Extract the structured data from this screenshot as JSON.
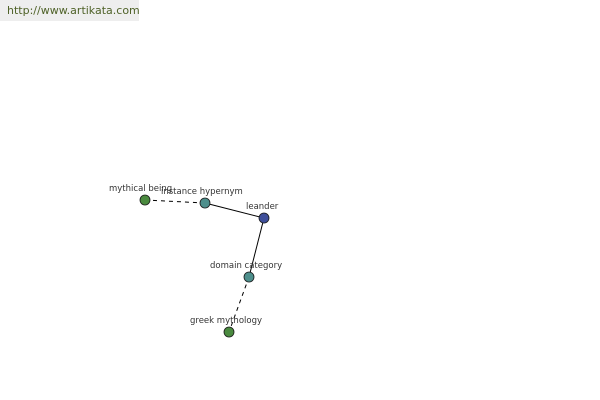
{
  "header": {
    "url": "http://www.artikata.com"
  },
  "graph": {
    "nodes": [
      {
        "id": "mythical-being",
        "label": "mythical being",
        "color": "#4a8a3f"
      },
      {
        "id": "instance-hypernym",
        "label": "instance hypernym",
        "color": "#4e8f8c"
      },
      {
        "id": "leander",
        "label": "leander",
        "color": "#3f4f9a"
      },
      {
        "id": "domain-category",
        "label": "domain category",
        "color": "#4e8f8c"
      },
      {
        "id": "greek-mythology",
        "label": "greek mythology",
        "color": "#4a8a3f"
      }
    ],
    "edges": [
      {
        "from": "mythical-being",
        "to": "instance-hypernym",
        "style": "dashed"
      },
      {
        "from": "instance-hypernym",
        "to": "leander",
        "style": "solid"
      },
      {
        "from": "leander",
        "to": "domain-category",
        "style": "solid"
      },
      {
        "from": "domain-category",
        "to": "greek-mythology",
        "style": "dashed"
      }
    ]
  }
}
